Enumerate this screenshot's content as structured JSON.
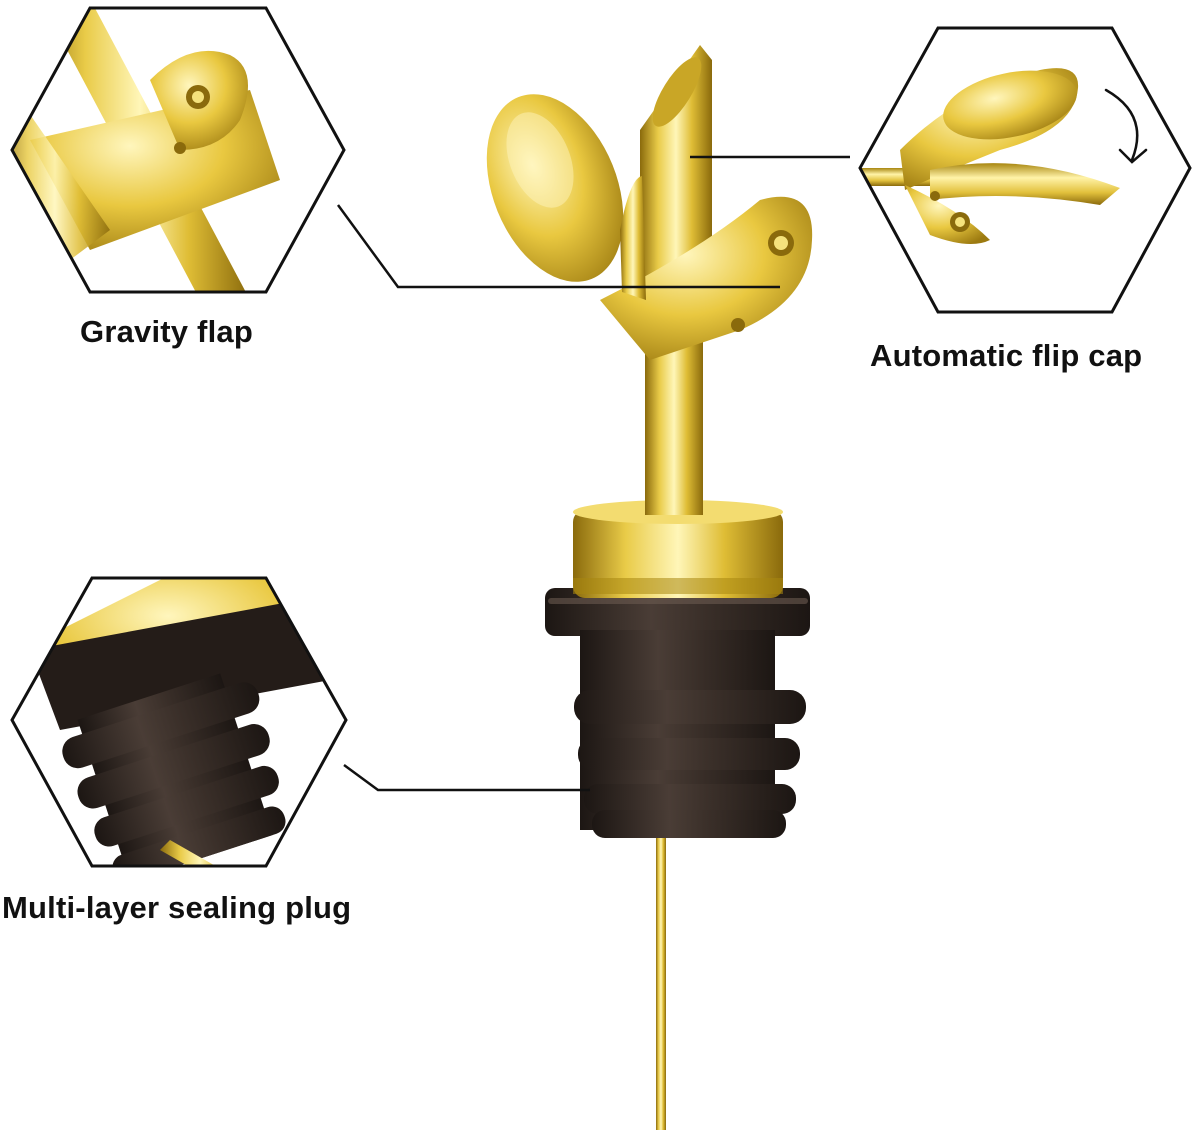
{
  "callouts": {
    "gravity_flap": {
      "label": "Gravity flap"
    },
    "automatic_flip_cap": {
      "label": "Automatic flip cap"
    },
    "sealing_plug": {
      "label": "Multi-layer sealing plug"
    }
  },
  "colors": {
    "gold_light": "#fff3a8",
    "gold_mid": "#e2c13c",
    "gold_dark": "#9c7a10",
    "rubber_dark": "#2a211d",
    "rubber_mid": "#4a3d36",
    "outline": "#111111",
    "background": "#ffffff"
  },
  "icons": {
    "flip_direction": "curved-arrow-icon"
  }
}
